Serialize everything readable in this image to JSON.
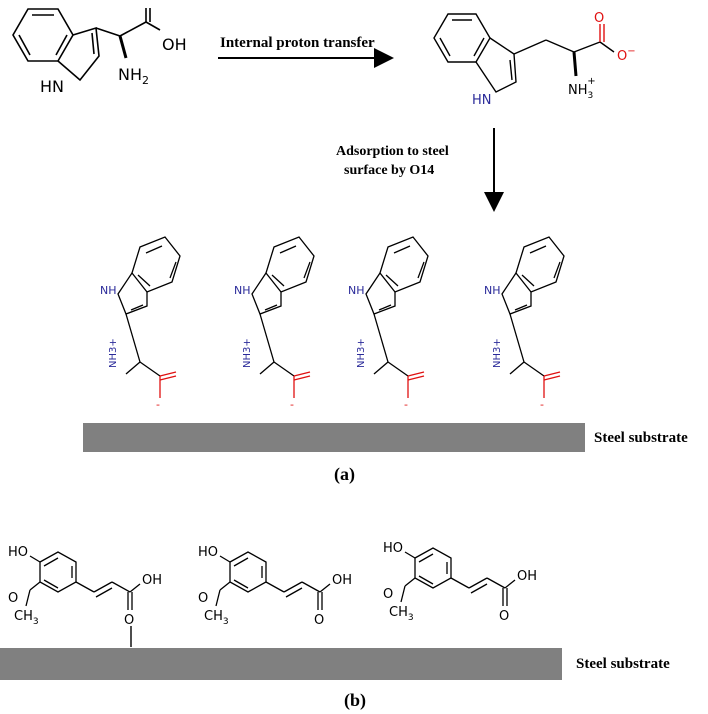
{
  "reaction": {
    "arrow_label": "Internal proton transfer",
    "adsorption_label_line1": "Adsorption to steel",
    "adsorption_label_line2": "surface by O14"
  },
  "tryptophan_neutral": {
    "nh2_label": "NH",
    "nh2_sub": "2",
    "oh_label": "OH",
    "hn_label": "HN"
  },
  "tryptophan_zwitterion": {
    "nh3_label": "NH",
    "nh3_sub": "3",
    "nh3_charge": "+",
    "o_label": "O",
    "o_charge": "−",
    "hn_label": "HN"
  },
  "adsorbed": {
    "nh_label": "NH",
    "charge_label": "NH3+",
    "carboxylate_charge": "-",
    "count": 4
  },
  "panel_a": {
    "substrate_label": "Steel substrate",
    "panel_label": "(a)"
  },
  "ferulic": {
    "ho_label": "HO",
    "o_label": "O",
    "ch3_label": "CH",
    "ch3_sub": "3",
    "oh_label": "OH"
  },
  "panel_b": {
    "substrate_label": "Steel substrate",
    "panel_label": "(b)"
  },
  "colors": {
    "substrate": "#808080",
    "nitrogen": "#2b2b9a",
    "oxygen": "#e01010",
    "bond": "#000000"
  }
}
